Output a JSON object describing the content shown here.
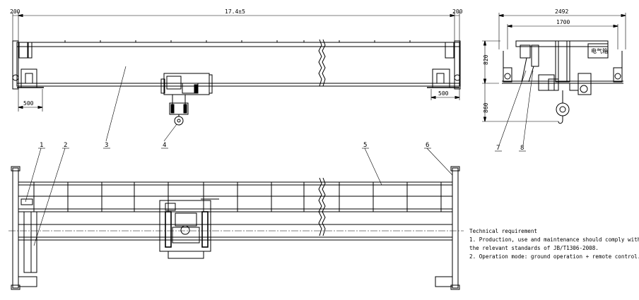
{
  "dimensions": {
    "span": "17.4±5",
    "left_end": "200",
    "right_end": "200",
    "left_wheel_offset": "500",
    "right_wheel_offset": "500",
    "side_width": "2492",
    "gauge": "1700",
    "girder_height": "820",
    "hook_depth": "860"
  },
  "callouts": [
    "1",
    "2",
    "3",
    "4",
    "5",
    "6",
    "7",
    "8"
  ],
  "panel_label": "电气箱",
  "technical_requirement": {
    "title": "Technical requirement",
    "items": [
      "1. Production, use and maintenance should comply with",
      "the relevant standards of JB/T1306-2008.",
      "2. Operation mode: ground operation + remote control."
    ]
  }
}
